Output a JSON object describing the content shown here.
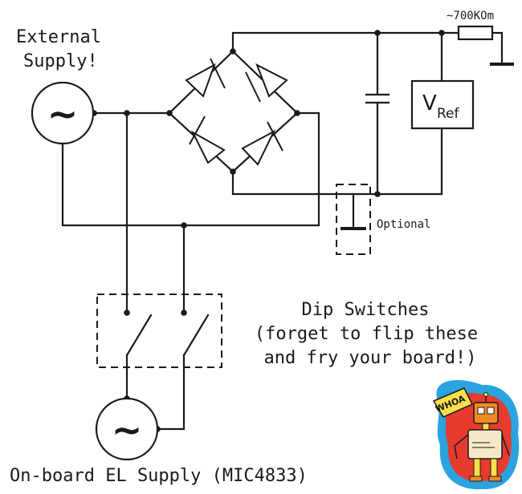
{
  "labels": {
    "external_supply_line1": "External",
    "external_supply_line2": "Supply!",
    "resistor_value": "~700KOm",
    "vref_main": "V",
    "vref_sub": "Ref",
    "optional": "Optional",
    "dip_line1": "Dip Switches",
    "dip_line2": "(forget to flip these",
    "dip_line3": "and fry your board!)",
    "onboard_supply": "On-board EL Supply (MIC4833)",
    "sticker_text": "WHOA",
    "ac_symbol": "~"
  },
  "colors": {
    "ink": "#1a1a1a",
    "sticker_blue": "#2aa3e0",
    "sticker_red": "#e63b2e",
    "sticker_orange": "#f08a24",
    "sticker_yellow": "#f6e14a",
    "sticker_cream": "#f7e9c8"
  },
  "icons": {
    "ac_source": "ac-source-icon",
    "diode": "diode-icon",
    "capacitor": "capacitor-icon",
    "resistor": "resistor-icon",
    "ground": "ground-icon",
    "switch": "switch-icon",
    "mascot": "robot-mascot-icon"
  }
}
